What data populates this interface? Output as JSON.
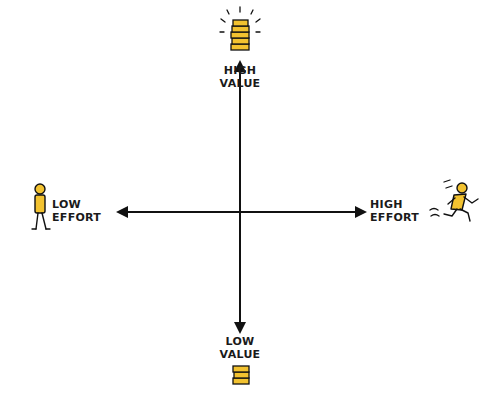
{
  "diagram": {
    "labels": [
      "HIGH VALUE",
      "LOW VALUE",
      "LOW EFFORT",
      "HIGH EFFORT"
    ]
  }
}
